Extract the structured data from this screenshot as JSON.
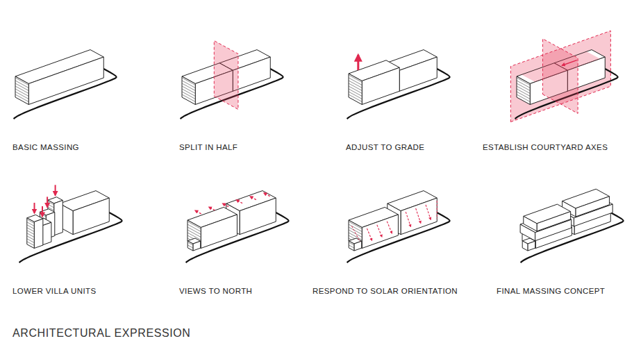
{
  "diagram": {
    "labels": [
      "BASIC MASSING",
      "SPLIT IN HALF",
      "ADJUST TO GRADE",
      "ESTABLISH COURTYARD AXES",
      "LOWER VILLA UNITS",
      "VIEWS TO NORTH",
      "RESPOND TO SOLAR ORIENTATION",
      "FINAL MASSING CONCEPT",
      "ARCHITECTURAL EXPRESSION"
    ]
  }
}
